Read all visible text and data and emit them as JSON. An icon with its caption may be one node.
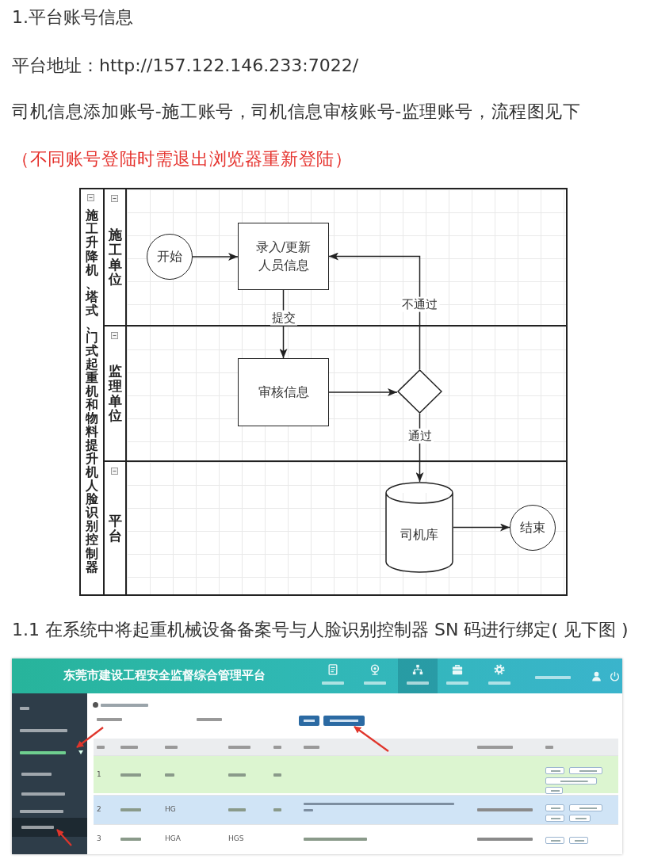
{
  "diagram": {
    "nodes": [
      {
        "text": [
          "施工升降机、塔式、门式起重机和物料提升机人脸识别控制器"
        ]
      },
      {
        "text": [
          "施工单位"
        ],
        "in": 0
      },
      {
        "text": [
          "监理单位"
        ],
        "in": 0
      },
      {
        "text": [
          "平台"
        ],
        "in": 0
      },
      {
        "text": [
          "开始"
        ],
        "in": 1
      },
      {
        "text": [
          "录入/更新人员信息"
        ],
        "in": 1
      },
      {
        "text": [
          "审核信息"
        ],
        "in": 2
      },
      {
        "text": [],
        "shape": "diamond",
        "in": 2
      },
      {
        "text": [
          "司机库"
        ],
        "in": 3
      },
      {
        "text": [
          "结束"
        ],
        "in": 3
      }
    ],
    "edges": [
      {
        "from": 4,
        "to": 5,
        "arrow": "to"
      },
      {
        "from": 5,
        "to": 6,
        "arrow": "to",
        "label": "提交"
      },
      {
        "from": 6,
        "to": 7,
        "arrow": "to"
      },
      {
        "from": 7,
        "to": 5,
        "arrow": "to",
        "label": "不通过"
      },
      {
        "from": 7,
        "to": 8,
        "arrow": "to",
        "label": "通过"
      },
      {
        "from": 8,
        "to": 9,
        "arrow": "to"
      }
    ],
    "labels": [
      "1.平台账号信息",
      "平台地址：http://157.122.146.233:7022/",
      "司机信息添加账号-施工账号，司机信息审核账号-监理账号，流程图见下",
      "（不同账号登陆时需退出浏览器重新登陆）",
      "1.1 在系统中将起重机械设备备案号与人脸识别控制器 SN 码进行绑定( 见下图 )",
      "东莞市建设工程安全监督综合管理平台",
      "1",
      "2",
      "HG",
      "3",
      "HGA",
      "HGS"
    ]
  }
}
